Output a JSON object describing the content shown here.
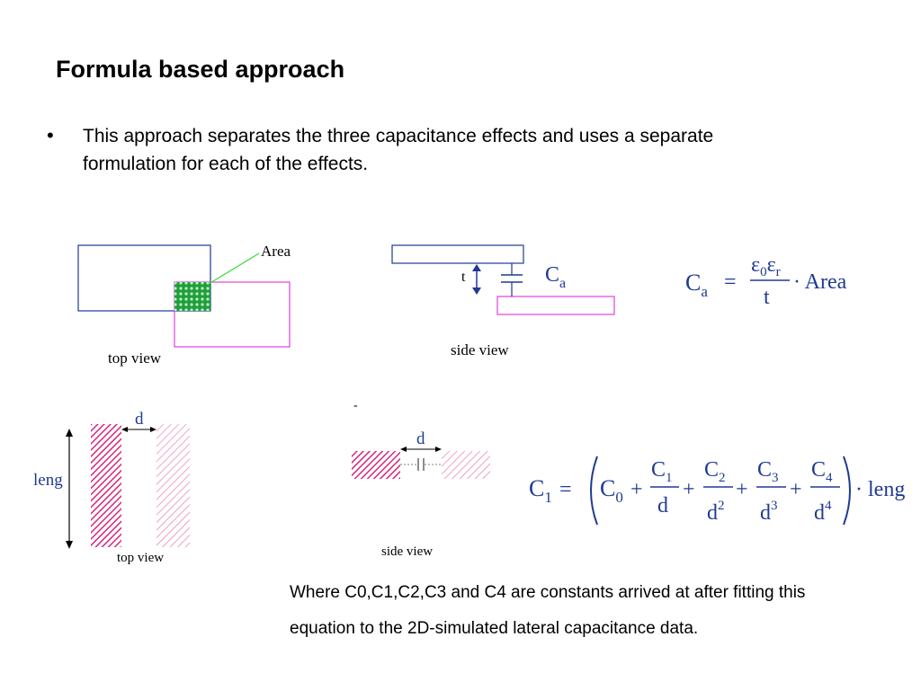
{
  "slide": {
    "title": "Formula based approach",
    "bullet_marker": "•",
    "bullet_text": "This approach separates the three capacitance effects and uses a separate formulation for each of the effects.",
    "footnote_line1": "Where C0,C1,C2,C3 and C4 are constants arrived at after fitting this",
    "footnote_line2": "equation to the 2D-simulated lateral capacitance data."
  },
  "area_figure": {
    "area_label": "Area",
    "top_view_caption": "top view",
    "side_view_caption": "side view",
    "thickness_label": "t",
    "cap_label": "C",
    "cap_sub": "a",
    "formula": {
      "lhs": "C",
      "lhs_sub": "a",
      "equals": "=",
      "num_eps1": "ε",
      "num_sub1": "0",
      "num_eps2": "ε",
      "num_sub2": "r",
      "den": "t",
      "tail": "· Area"
    }
  },
  "lateral_figure": {
    "spacing_label": "d",
    "length_label": "leng",
    "top_view_caption": "top view",
    "side_view_caption": "side view",
    "dash_mark": "-",
    "formula": {
      "lhs": "C",
      "lhs_sub": "1",
      "equals": "=",
      "c0": "C",
      "c0_sub": "0",
      "plus": "+",
      "c1": "C",
      "c1_sub": "1",
      "c2": "C",
      "c2_sub": "2",
      "c3": "C",
      "c3_sub": "3",
      "c4": "C",
      "c4_sub": "4",
      "d": "d",
      "exp2": "2",
      "exp3": "3",
      "exp4": "4",
      "tail": "· leng"
    }
  },
  "colors": {
    "outline_blue": "#1f3a93",
    "outline_magenta": "#e040e0",
    "hatch_magenta": "#d6287d",
    "overlap_green": "#1f9e3a",
    "leader_green": "#33dd33"
  }
}
